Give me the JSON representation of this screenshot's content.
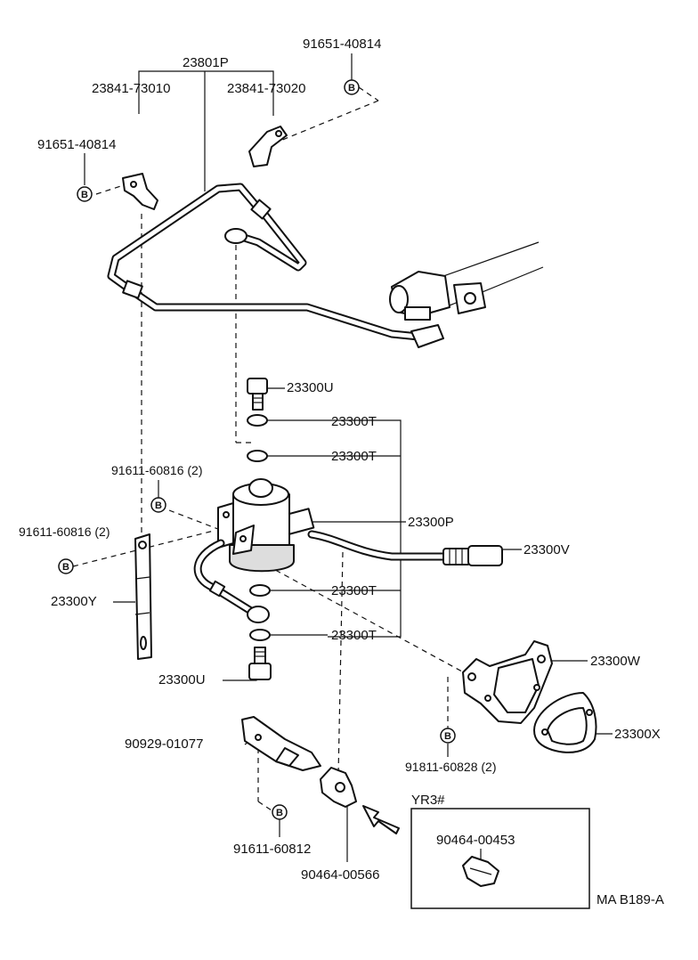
{
  "labels": {
    "p23801P": "23801P",
    "p23841_73010": "23841-73010",
    "p23841_73020": "23841-73020",
    "p91651_40814_top": "91651-40814",
    "p91651_40814_left": "91651-40814",
    "p23300U_top": "23300U",
    "p23300T_1": "23300T",
    "p23300T_2": "23300T",
    "p91611_60816_a": "91611-60816 (2)",
    "p91611_60816_b": "91611-60816 (2)",
    "p23300P": "23300P",
    "p23300V": "23300V",
    "p23300Y": "23300Y",
    "p23300T_3": "23300T",
    "p23300T_4": "23300T",
    "p23300U_bottom": "23300U",
    "p23300W": "23300W",
    "p23300X": "23300X",
    "p90929_01077": "90929-01077",
    "p91811_60828": "91811-60828 (2)",
    "p91611_60812": "91611-60812",
    "p90464_00566": "90464-00566",
    "yr3": "YR3#",
    "p90464_00453": "90464-00453",
    "diagram_code": "MA B189-A"
  },
  "bolt_marker": "B",
  "colors": {
    "line": "#111111",
    "background": "#ffffff"
  }
}
